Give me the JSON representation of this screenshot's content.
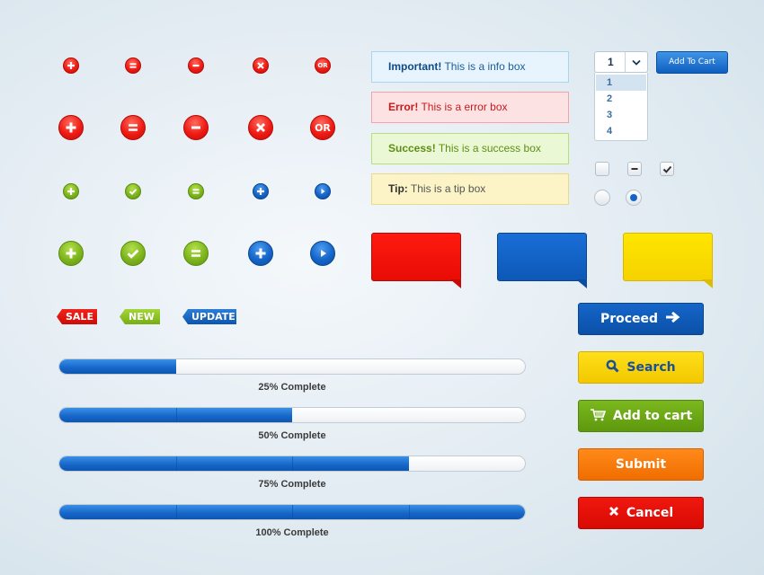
{
  "icon_rows": [
    {
      "size": "small",
      "color": "red",
      "icons": [
        "plus-icon",
        "equals-icon",
        "minus-icon",
        "close-icon",
        "or-icon"
      ]
    },
    {
      "size": "large",
      "color": "red",
      "icons": [
        "plus-icon",
        "equals-icon",
        "minus-icon",
        "close-icon",
        "or-icon"
      ]
    },
    {
      "size": "small",
      "colors": [
        "green",
        "green",
        "green",
        "blue",
        "blue"
      ],
      "icons": [
        "plus-icon",
        "check-icon",
        "equals-icon",
        "plus-icon",
        "play-icon"
      ]
    },
    {
      "size": "large",
      "colors": [
        "green",
        "green",
        "green",
        "blue",
        "blue"
      ],
      "icons": [
        "plus-icon",
        "check-icon",
        "equals-icon",
        "plus-icon",
        "play-icon"
      ]
    }
  ],
  "or_label": "OR",
  "messages": {
    "info": {
      "label": "Important!",
      "text": " This is a info box"
    },
    "error": {
      "label": "Error!",
      "text": " This is a error box"
    },
    "success": {
      "label": "Success!",
      "text": " This is a success box"
    },
    "tip": {
      "label": "Tip:",
      "text": " This is a tip box"
    }
  },
  "dropdown": {
    "selected": "1",
    "options": [
      "1",
      "2",
      "3",
      "4"
    ],
    "icon": "chevron-down-icon"
  },
  "add_to_cart_small": "Add To Cart",
  "checkboxes": [
    {
      "state": "unchecked"
    },
    {
      "state": "indeterminate"
    },
    {
      "state": "checked"
    }
  ],
  "radios": [
    {
      "selected": false
    },
    {
      "selected": true
    }
  ],
  "bubbles": [
    {
      "color": "#ee0f08"
    },
    {
      "color": "#1160c4"
    },
    {
      "color": "#fddc00"
    }
  ],
  "tags": {
    "sale": "SALE",
    "new": "NEW",
    "update": "UPDATE"
  },
  "progress": [
    {
      "value": 0.25,
      "label": "25% Complete"
    },
    {
      "value": 0.5,
      "label": "50% Complete"
    },
    {
      "value": 0.75,
      "label": "75% Complete"
    },
    {
      "value": 1.0,
      "label": "100% Complete"
    }
  ],
  "actions": {
    "proceed": {
      "label": "Proceed",
      "icon": "arrow-right-icon"
    },
    "search": {
      "label": "Search",
      "icon": "search-icon"
    },
    "cart": {
      "label": "Add to cart",
      "icon": "cart-icon"
    },
    "submit": {
      "label": "Submit"
    },
    "cancel": {
      "label": "Cancel",
      "icon": "close-icon"
    }
  },
  "colors": {
    "red": "#ee1b14",
    "green": "#7eb51e",
    "blue": "#1565c8",
    "yellow": "#f7d200",
    "orange": "#f57a00"
  }
}
